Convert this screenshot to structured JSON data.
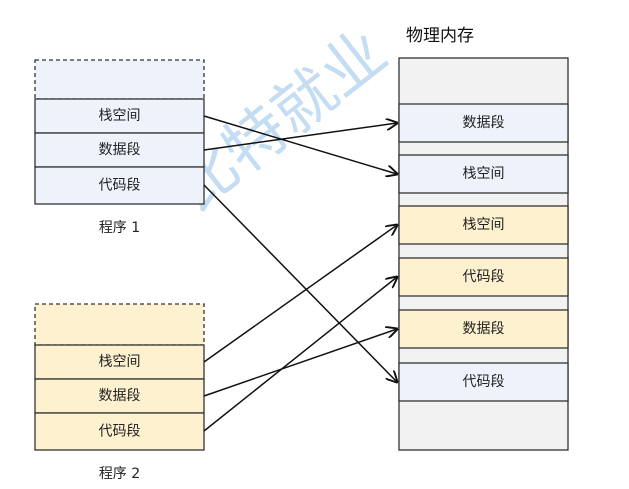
{
  "watermark": "比特就业",
  "colors": {
    "prog1_fill": "#eef3fb",
    "prog2_fill": "#fdf1cf",
    "gap_fill": "#f2f2f2",
    "stroke": "#333333",
    "arrow": "#111111"
  },
  "program1": {
    "label": "程序 1",
    "segments": [
      "栈空间",
      "数据段",
      "代码段"
    ]
  },
  "program2": {
    "label": "程序 2",
    "segments": [
      "栈空间",
      "数据段",
      "代码段"
    ]
  },
  "memory": {
    "title": "物理内存",
    "blocks": [
      {
        "label": "数据段",
        "owner": "program1"
      },
      {
        "label": "栈空间",
        "owner": "program1"
      },
      {
        "label": "栈空间",
        "owner": "program2"
      },
      {
        "label": "代码段",
        "owner": "program2"
      },
      {
        "label": "数据段",
        "owner": "program2"
      },
      {
        "label": "代码段",
        "owner": "program1"
      }
    ]
  }
}
